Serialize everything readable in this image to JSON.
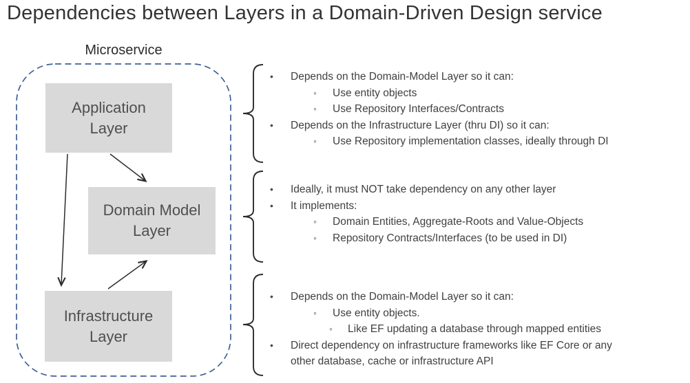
{
  "title": "Dependencies between Layers in a Domain-Driven Design service",
  "microservice": {
    "label": "Microservice",
    "layers": [
      {
        "id": "application",
        "label": "Application Layer"
      },
      {
        "id": "domain-model",
        "label": "Domain Model Layer"
      },
      {
        "id": "infrastructure",
        "label": "Infrastructure Layer"
      }
    ],
    "arrows": [
      {
        "from": "application",
        "to": "infrastructure"
      },
      {
        "from": "application",
        "to": "domain-model"
      },
      {
        "from": "infrastructure",
        "to": "domain-model"
      }
    ]
  },
  "annotations": [
    {
      "layer": "application",
      "items": [
        {
          "level": 1,
          "text": "Depends on the Domain-Model Layer so it can:"
        },
        {
          "level": 2,
          "text": "Use entity objects"
        },
        {
          "level": 2,
          "text": "Use Repository Interfaces/Contracts"
        },
        {
          "level": 1,
          "text": "Depends on the Infrastructure Layer (thru DI) so it can:"
        },
        {
          "level": 2,
          "text": "Use Repository implementation classes, ideally through DI"
        }
      ]
    },
    {
      "layer": "domain-model",
      "items": [
        {
          "level": 1,
          "text": "Ideally, it must NOT take dependency on any other layer"
        },
        {
          "level": 1,
          "text": "It implements:"
        },
        {
          "level": 2,
          "text": "Domain Entities, Aggregate-Roots and Value-Objects"
        },
        {
          "level": 2,
          "text": "Repository Contracts/Interfaces (to be used in DI)"
        }
      ]
    },
    {
      "layer": "infrastructure",
      "items": [
        {
          "level": 1,
          "text": "Depends on the Domain-Model Layer so it can:"
        },
        {
          "level": 2,
          "text": "Use entity objects."
        },
        {
          "level": 3,
          "text": "Like EF updating a database through mapped entities"
        },
        {
          "level": 1,
          "text": "Direct dependency on infrastructure frameworks like EF Core or any other database, cache or infrastructure API"
        }
      ]
    }
  ],
  "bullet_glyphs": {
    "disc": "•",
    "circle": "◦"
  },
  "colors": {
    "boundary_blue": "#3f5f97",
    "layer_box_fill": "#d9d9d9",
    "layer_box_text": "#4f4f4f",
    "body_text": "#404040",
    "ink": "#2b2b2b"
  }
}
